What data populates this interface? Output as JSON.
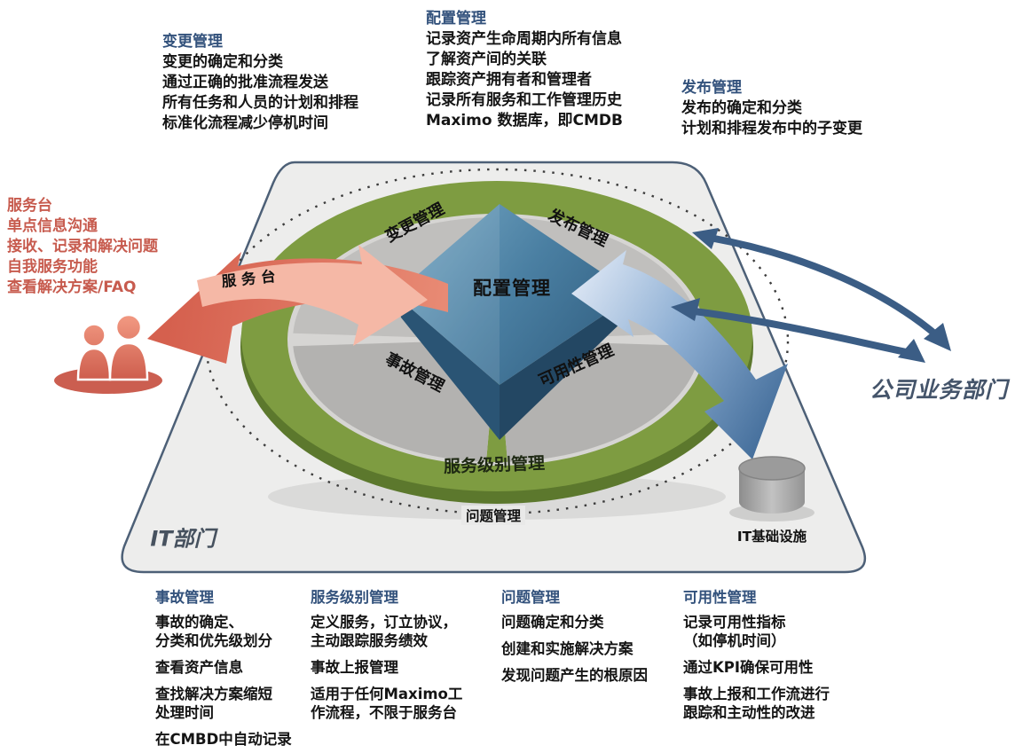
{
  "colors": {
    "title_blue": "#33527c",
    "desk_red": "#c75b4e",
    "ring_green": "#7e9c41",
    "diamond_blue": "#3d7095",
    "arrow_red": "#d8695b",
    "arrow_salmon": "#f5b8a6",
    "arrow_blue": "#3e6a96",
    "platform_gray": "#ededec",
    "business_slate": "#44546a"
  },
  "blocks": {
    "change": {
      "title": "变更管理",
      "lines": [
        "变更的确定和分类",
        "通过正确的批准流程发送",
        "所有任务和人员的计划和排程",
        "标准化流程减少停机时间"
      ]
    },
    "config": {
      "title": "配置管理",
      "lines": [
        "记录资产生命周期内所有信息",
        "了解资产间的关联",
        "跟踪资产拥有者和管理者",
        "记录所有服务和工作管理历史",
        "Maximo 数据库，即CMDB"
      ]
    },
    "release": {
      "title": "发布管理",
      "lines": [
        "发布的确定和分类",
        "计划和排程发布中的子变更"
      ]
    },
    "service_desk": {
      "title": "服务台",
      "lines": [
        "单点信息沟通",
        "接收、记录和解决问题",
        "自我服务功能",
        "查看解决方案/FAQ"
      ]
    },
    "incident": {
      "title": "事故管理",
      "paras": [
        [
          "事故的确定、",
          "分类和优先级划分"
        ],
        [
          "查看资产信息"
        ],
        [
          "查找解决方案缩短",
          "处理时间"
        ],
        [
          "在CMBD中自动记录"
        ]
      ]
    },
    "service_level": {
      "title": "服务级别管理",
      "paras": [
        [
          "定义服务，订立协议，",
          "主动跟踪服务绩效"
        ],
        [
          "事故上报管理"
        ],
        [
          "适用于任何Maximo工",
          "作流程，不限于服务台"
        ]
      ]
    },
    "problem": {
      "title": "问题管理",
      "paras": [
        [
          "问题确定和分类"
        ],
        [
          "创建和实施解决方案"
        ],
        [
          "发现问题产生的根原因"
        ]
      ]
    },
    "availability": {
      "title": "可用性管理",
      "paras": [
        [
          "记录可用性指标",
          "（如停机时间）"
        ],
        [
          "通过KPI确保可用性"
        ],
        [
          "事故上报和工作流进行",
          "跟踪和主动性的改进"
        ]
      ]
    }
  },
  "wheel": {
    "center": "配置管理",
    "segment_change": "变更管理",
    "segment_release": "发布管理",
    "segment_incident": "事故管理",
    "segment_availability": "可用性管理",
    "ring_label": "服务级别管理",
    "dotted_label": "问题管理",
    "desk_arrow_label": "服 务 台"
  },
  "labels": {
    "it_dept": "IT部门",
    "it_infra": "IT基础设施",
    "business": "公司业务部门"
  }
}
